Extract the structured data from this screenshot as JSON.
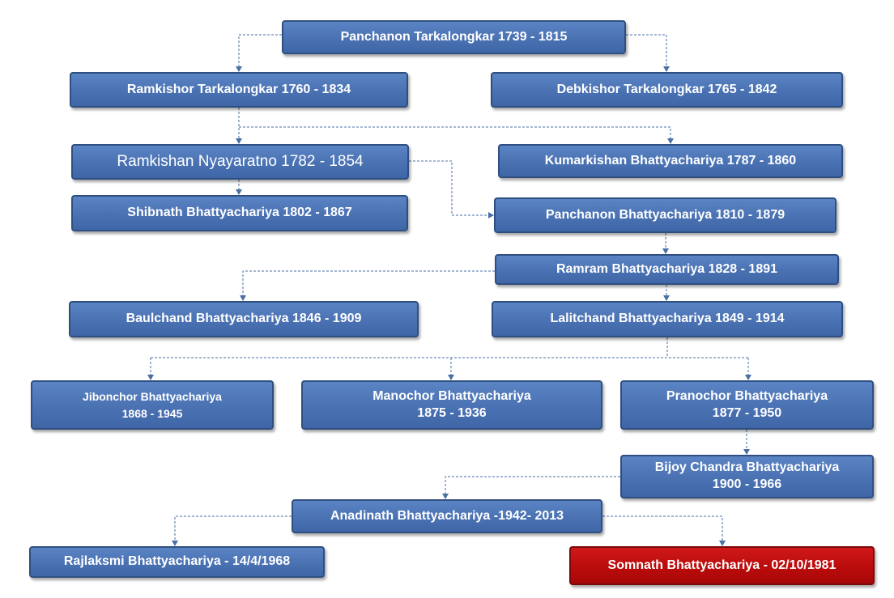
{
  "nodes": {
    "panchanon_tarkalongkar": {
      "lines": [
        "Panchanon Tarkalongkar  1739 - 1815"
      ]
    },
    "ramkishor": {
      "lines": [
        "Ramkishor Tarkalongkar  1760 - 1834"
      ]
    },
    "debkishor": {
      "lines": [
        "Debkishor Tarkalongkar  1765 - 1842"
      ]
    },
    "ramkishan": {
      "lines": [
        "Ramkishan Nyayaratno 1782 - 1854"
      ]
    },
    "kumarkishan": {
      "lines": [
        "Kumarkishan Bhattyachariya 1787 - 1860"
      ]
    },
    "shibnath": {
      "lines": [
        "Shibnath Bhattyachariya 1802 - 1867"
      ]
    },
    "panchanon_bhattyachariya": {
      "lines": [
        "Panchanon Bhattyachariya 1810 - 1879"
      ]
    },
    "ramram": {
      "lines": [
        "Ramram Bhattyachariya 1828 - 1891"
      ]
    },
    "baulchand": {
      "lines": [
        "Baulchand Bhattyachariya 1846 - 1909"
      ]
    },
    "lalitchand": {
      "lines": [
        "Lalitchand Bhattyachariya 1849 - 1914"
      ]
    },
    "jibonchor": {
      "lines": [
        "Jibonchor Bhattyachariya",
        "1868 - 1945"
      ]
    },
    "manochor": {
      "lines": [
        "Manochor  Bhattyachariya",
        "1875 - 1936"
      ]
    },
    "pranochor": {
      "lines": [
        "Pranochor  Bhattyachariya",
        "1877 - 1950"
      ]
    },
    "bijoy_chandra": {
      "lines": [
        "Bijoy Chandra  Bhattyachariya",
        "1900 - 1966"
      ]
    },
    "anadinath": {
      "lines": [
        "Anadinath  Bhattyachariya -1942- 2013"
      ]
    },
    "rajlaksmi": {
      "lines": [
        "Rajlaksmi  Bhattyachariya  - 14/4/1968"
      ]
    },
    "somnath": {
      "lines": [
        "Somnath Bhattyachariya  - 02/10/1981"
      ]
    }
  },
  "colors": {
    "node_fill": "#4a72b3",
    "node_border": "#2f4f80",
    "highlight_fill": "#b80b0b",
    "connector": "#4a6fa5",
    "text": "#ffffff"
  }
}
